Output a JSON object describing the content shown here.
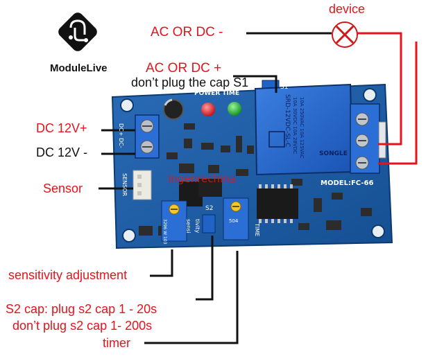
{
  "brand": {
    "logo_icon": "modulelive-logo-icon",
    "name": "ModuleLive"
  },
  "labels": {
    "device": "device",
    "ac_dc_minus": "AC OR DC -",
    "ac_dc_plus": "AC OR DC +",
    "no_cap_s1": "don’t plug the cap S1",
    "dc_plus": "DC 12V+",
    "dc_minus": "DC 12V -",
    "sensor": "Sensor",
    "sensitivity": "sensitivity  adjustment",
    "s2_plug": "S2 cap: plug s2 cap 1 - 20s",
    "s2_noplug": "don’t plug s2 cap  1- 200s",
    "timer": "timer"
  },
  "board": {
    "power_time": "POWER TIME",
    "model": "MODEL:FC-66",
    "dc_pins": "DC+ DC-",
    "sensor_silk": "SENSOR",
    "s1": "S1",
    "s2": "S2",
    "sensi": "sensi",
    "tivity": "tivity",
    "time": "TIME",
    "pot_left": "3296 W 103",
    "pot_right": "504",
    "watermark": "Ingenrechina"
  },
  "relay": {
    "model": "SRD-12VDC-SL-C",
    "rating1": "10A 250VAC 10A 125VAC",
    "rating2": "10A 30VDC 10A 28VDC",
    "brand": "SONGLE"
  },
  "colors": {
    "label_red": "#e8121b",
    "wire_red": "#e8121b",
    "wire_black": "#111111",
    "pcb_blue": "#1c5fa6",
    "relay_blue": "#1f63c7",
    "terminal_blue": "#2b6fd6"
  }
}
